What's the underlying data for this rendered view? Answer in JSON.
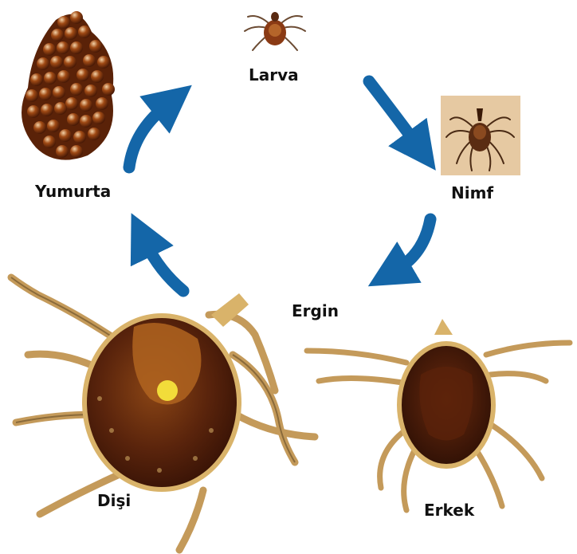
{
  "labels": {
    "larva": "Larva",
    "nimf": "Nimf",
    "yumurta": "Yumurta",
    "ergin": "Ergin",
    "disi": "Dişi",
    "erkek": "Erkek"
  },
  "colors": {
    "arrow": "#1466a8",
    "tick_body_dark": "#4a1e0c",
    "tick_body": "#7a3510",
    "tick_rim": "#d9b36a",
    "tick_leg": "#c49a5a",
    "egg": "#8a3e12",
    "nymph_bg": "#e6c9a2",
    "dorsal_spot": "#f2dc3a"
  }
}
